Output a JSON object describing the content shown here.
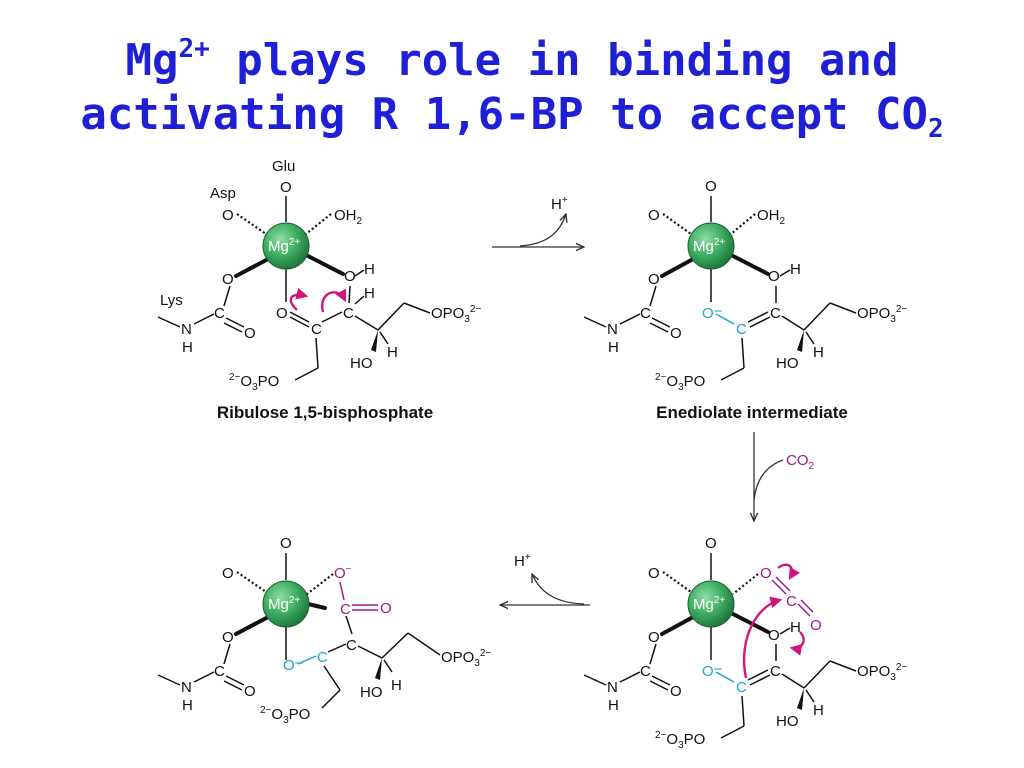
{
  "slide": {
    "title_line1_a": "Mg",
    "title_line1_sup": "2+",
    "title_line1_b": " plays role in binding and",
    "title_line2_a": "activating R 1,6-BP to accept CO",
    "title_line2_sub": "2"
  },
  "colors": {
    "title": "#1f1fd6",
    "mg_sphere": "#3fae63",
    "enolate_highlight": "#1ba3cf",
    "co2_highlight": "#9b1a8b",
    "electron_arrows": "#d0167e"
  },
  "labels": {
    "glu": "Glu",
    "asp": "Asp",
    "lys": "Lys",
    "mg": "Mg",
    "mg_charge": "2+",
    "o": "O",
    "c": "C",
    "n": "N",
    "h": "H",
    "oh": "OH",
    "two": "2",
    "ho": "HO",
    "opo": "OPO",
    "three": "3",
    "two_minus": "2−",
    "o3po": "O",
    "po": "PO",
    "o_minus": "O",
    "minus": "−",
    "h_plus": "H",
    "plus": "+",
    "co2": "CO"
  },
  "captions": {
    "ribulose": "Ribulose 1,5-bisphosphate",
    "enediolate": "Enediolate intermediate"
  }
}
